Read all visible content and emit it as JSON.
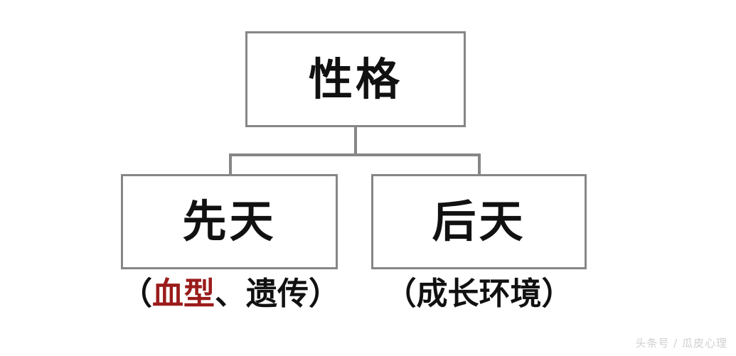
{
  "diagram": {
    "type": "tree",
    "title": "性格",
    "colors": {
      "border": "#868686",
      "text": "#111111",
      "accent_red": "#9B1B1B",
      "background": "#FFFFFF",
      "watermark": "#CFCFCF"
    },
    "root": {
      "label": "性格"
    },
    "children": [
      {
        "label": "先天",
        "caption_open": "（",
        "caption_red": "血型",
        "caption_rest": "、遗传",
        "caption_close": "）",
        "caption_full": "（血型、遗传）"
      },
      {
        "label": "后天",
        "caption_open": "（",
        "caption_red": "",
        "caption_rest": "成长环境",
        "caption_close": "）",
        "caption_full": "（成长环境）"
      }
    ]
  },
  "watermark": {
    "text": "头条号 / 瓜皮心理"
  }
}
